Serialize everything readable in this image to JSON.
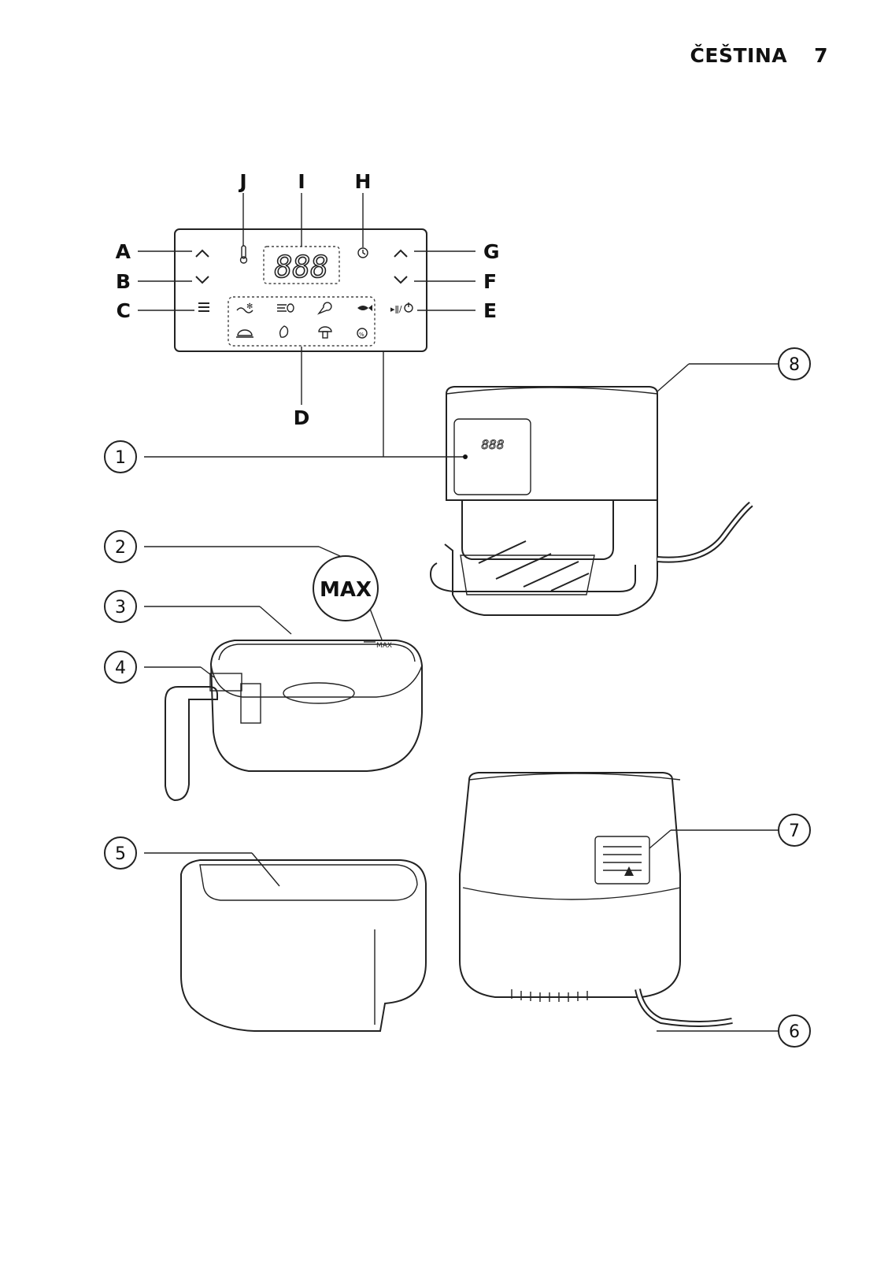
{
  "header": {
    "language": "ČEŠTINA",
    "page_number": "7"
  },
  "panel": {
    "display": "888",
    "callouts": [
      "A",
      "B",
      "C",
      "D",
      "E",
      "F",
      "G",
      "H",
      "I",
      "J"
    ]
  },
  "parts": [
    "1",
    "2",
    "3",
    "4",
    "5",
    "6",
    "7",
    "8"
  ],
  "max_mark": "MAX",
  "max_small": "MAX"
}
